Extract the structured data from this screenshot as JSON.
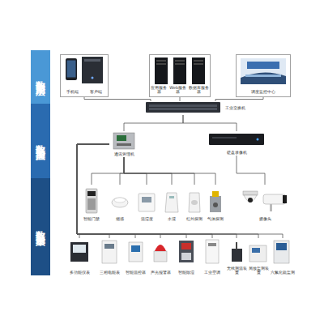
{
  "diagram": {
    "nodes": [
      {
        "text": [
          "数据应用层"
        ]
      },
      {
        "text": [
          "数据监控层"
        ]
      },
      {
        "text": [
          "数据采集层"
        ]
      },
      {
        "text": [
          "手机端",
          "客户端"
        ]
      },
      {
        "text": [
          "应用服务器",
          "Web服务器",
          "数据库服务器"
        ]
      },
      {
        "text": [
          "调度监控中心"
        ]
      },
      {
        "text": [
          "工业交换机"
        ]
      },
      {
        "text": [
          "通讯管理机"
        ]
      },
      {
        "text": [
          "硬盘录像机"
        ]
      },
      {
        "text": [
          "智能门禁"
        ]
      },
      {
        "text": [
          "烟感"
        ]
      },
      {
        "text": [
          "温湿度"
        ]
      },
      {
        "text": [
          "水浸"
        ]
      },
      {
        "text": [
          "红外探测"
        ]
      },
      {
        "text": [
          "气体探测"
        ]
      },
      {
        "text": [
          "摄像头"
        ]
      },
      {
        "text": [
          "多功能仪表"
        ]
      },
      {
        "text": [
          "三相电能表"
        ]
      },
      {
        "text": [
          "智能温控器"
        ]
      },
      {
        "text": [
          "声光报警器"
        ]
      },
      {
        "text": [
          "智能除湿"
        ]
      },
      {
        "text": [
          "工业空调"
        ]
      },
      {
        "text": [
          "无线测温装置"
        ]
      },
      {
        "text": [
          "局放监测装置"
        ]
      },
      {
        "text": [
          "六氟化硫监测"
        ]
      }
    ],
    "edges": [
      {
        "from": 6,
        "to": 3,
        "arrow": "none"
      },
      {
        "from": 6,
        "to": 4,
        "arrow": "none"
      },
      {
        "from": 6,
        "to": 5,
        "arrow": "none"
      },
      {
        "from": 6,
        "to": 7,
        "arrow": "none"
      },
      {
        "from": 6,
        "to": 8,
        "arrow": "none"
      },
      {
        "from": 7,
        "to": 9,
        "arrow": "none"
      },
      {
        "from": 7,
        "to": 10,
        "arrow": "none"
      },
      {
        "from": 7,
        "to": 11,
        "arrow": "none"
      },
      {
        "from": 7,
        "to": 12,
        "arrow": "none"
      },
      {
        "from": 7,
        "to": 13,
        "arrow": "none"
      },
      {
        "from": 7,
        "to": 14,
        "arrow": "none"
      },
      {
        "from": 8,
        "to": 15,
        "arrow": "none"
      },
      {
        "from": 7,
        "to": 16,
        "arrow": "none"
      },
      {
        "from": 7,
        "to": 17,
        "arrow": "none"
      },
      {
        "from": 7,
        "to": 18,
        "arrow": "none"
      },
      {
        "from": 7,
        "to": 19,
        "arrow": "none"
      },
      {
        "from": 7,
        "to": 20,
        "arrow": "none"
      },
      {
        "from": 7,
        "to": 21,
        "arrow": "none"
      },
      {
        "from": 7,
        "to": 22,
        "arrow": "none"
      },
      {
        "from": 7,
        "to": 23,
        "arrow": "none"
      },
      {
        "from": 7,
        "to": 24,
        "arrow": "none"
      }
    ]
  }
}
